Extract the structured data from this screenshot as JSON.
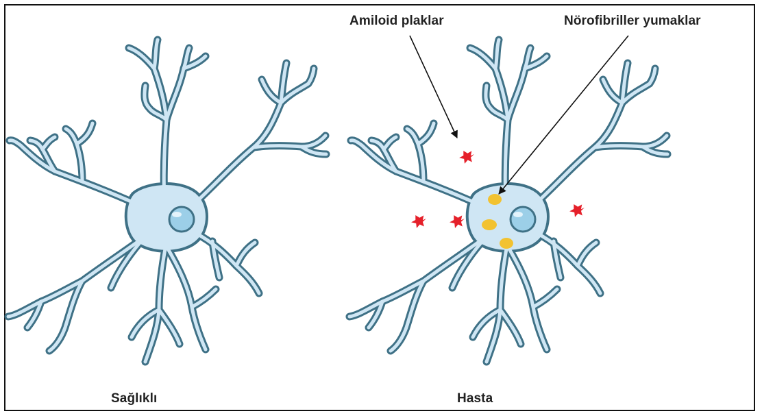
{
  "labels": {
    "healthy": "Sağlıklı",
    "disease": "Hasta",
    "plaques": "Amiloid plaklar",
    "tangles": "Nörofibriller yumaklar"
  },
  "colors": {
    "dendrite_outline": "#3f7186",
    "cell_body_fill": "#cfe6f4",
    "nucleus_fill": "#9ccfe8",
    "plaque": "#e5202a",
    "tangle": "#f2c230",
    "text": "#222222",
    "frame": "#111111"
  }
}
